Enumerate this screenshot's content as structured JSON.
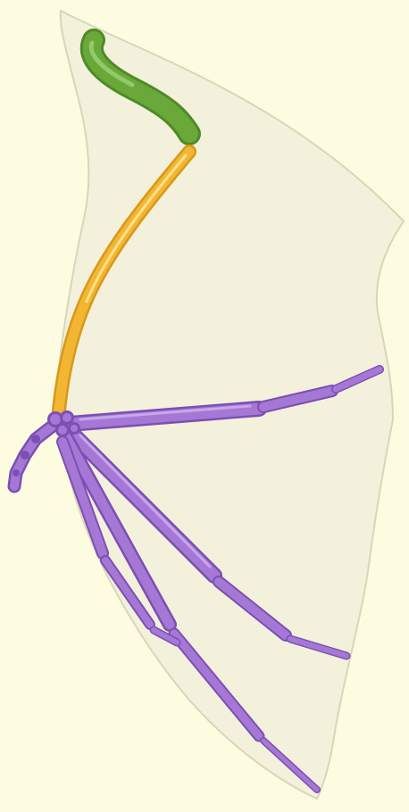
{
  "diagram": {
    "subject": "bat-wing-skeleton",
    "colors": {
      "background": "#fdfbe0",
      "membrane_fill": "#f3f1db",
      "membrane_stroke": "#d9d6b8",
      "humerus": "#6aa83a",
      "humerus_dark": "#4f8a26",
      "forearm": "#f2b632",
      "forearm_dark": "#d9981a",
      "digits": "#a678d6",
      "digits_dark": "#7c4fb3",
      "digits_light": "#c7a8ea"
    },
    "parts": [
      {
        "id": "membrane",
        "name": "wing-membrane"
      },
      {
        "id": "humerus",
        "name": "humerus-bone"
      },
      {
        "id": "forearm",
        "name": "forearm-bone"
      },
      {
        "id": "wrist",
        "name": "wrist-bones"
      },
      {
        "id": "thumb",
        "name": "thumb-digit"
      },
      {
        "id": "digit2",
        "name": "digit-2"
      },
      {
        "id": "digit3",
        "name": "digit-3"
      },
      {
        "id": "digit4",
        "name": "digit-4"
      },
      {
        "id": "digit5",
        "name": "digit-5"
      }
    ]
  }
}
